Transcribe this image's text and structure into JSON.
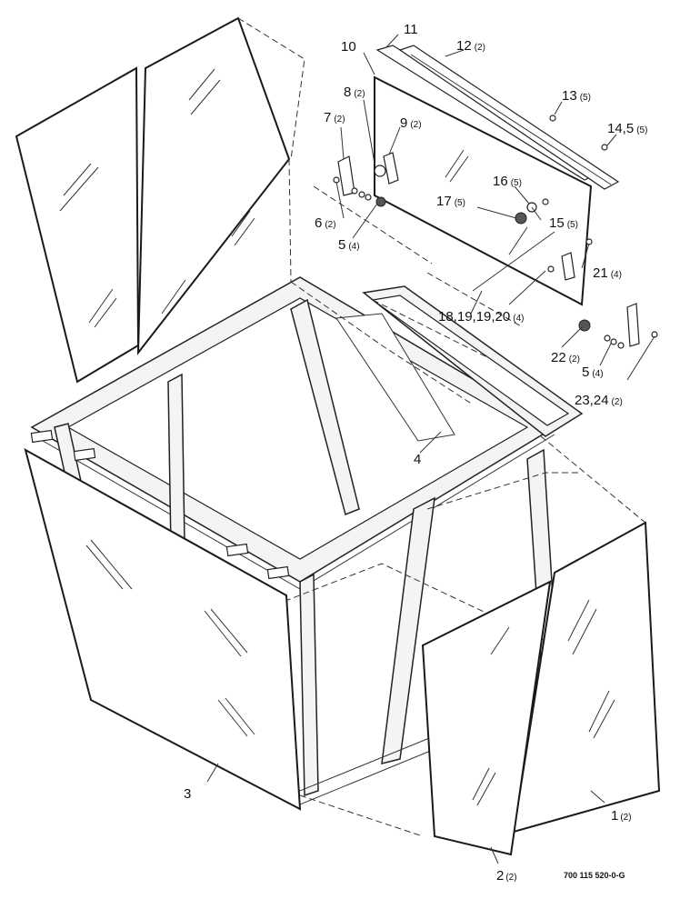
{
  "labels": {
    "p1": {
      "num": "1",
      "qty": "(2)"
    },
    "p2": {
      "num": "2",
      "qty": "(2)"
    },
    "p3": {
      "num": "3"
    },
    "p4": {
      "num": "4"
    },
    "p5a": {
      "num": "5",
      "qty": "(4)"
    },
    "p5b": {
      "num": "5",
      "qty": "(4)"
    },
    "p6": {
      "num": "6",
      "qty": "(2)"
    },
    "p7": {
      "num": "7",
      "qty": "(2)"
    },
    "p8": {
      "num": "8",
      "qty": "(2)"
    },
    "p9": {
      "num": "9",
      "qty": "(2)"
    },
    "p10": {
      "num": "10"
    },
    "p11": {
      "num": "11"
    },
    "p12": {
      "num": "12",
      "qty": "(2)"
    },
    "p13": {
      "num": "13",
      "qty": "(5)"
    },
    "p14": {
      "num": "14,5",
      "qty": "(5)"
    },
    "p15": {
      "num": "15",
      "qty": "(5)"
    },
    "p16": {
      "num": "16",
      "qty": "(5)"
    },
    "p17": {
      "num": "17",
      "qty": "(5)"
    },
    "p18": {
      "num": "18,19,19,20",
      "qty": "(4)"
    },
    "p21": {
      "num": "21",
      "qty": "(4)"
    },
    "p22": {
      "num": "22",
      "qty": "(2)"
    },
    "p23": {
      "num": "23,24",
      "qty": "(2)"
    }
  },
  "drawing_code": "700 115 520-0-G"
}
